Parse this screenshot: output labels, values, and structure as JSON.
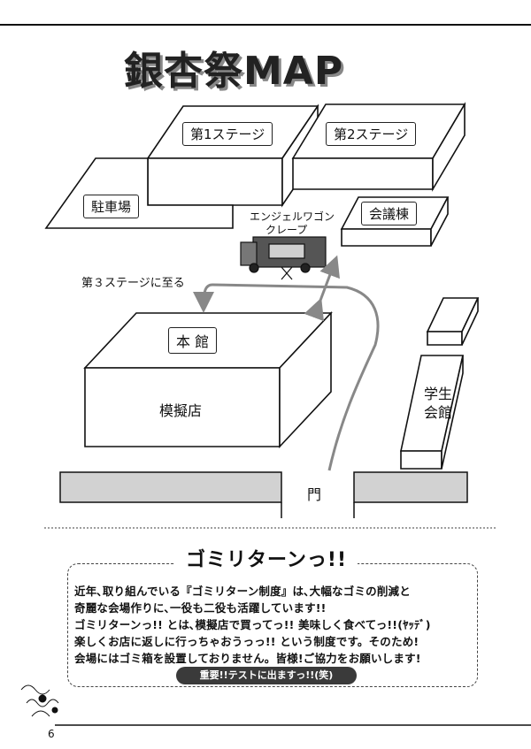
{
  "title": "銀杏祭MAP",
  "map": {
    "stage1": "第1ステージ",
    "stage2": "第2ステージ",
    "parking": "駐車場",
    "conference": "会議棟",
    "crepe_line1": "エンジェルワゴン",
    "crepe_line2": "クレープ",
    "to_stage3": "第３ステージに至る",
    "main_building": "本 館",
    "mock_shop": "模擬店",
    "student_hall_line1": "学生",
    "student_hall_line2": "会館",
    "gate": "門"
  },
  "info": {
    "title": "ゴミリターンっ!!",
    "lines": [
      "近年､取り組んでいる『ゴミリターン制度』は､大幅なゴミの削減と",
      "奇麗な会場作りに､一役も二役も活躍しています!!",
      "ゴミリターンっ!! とは､模擬店で買ってっ!! 美味しく食べてっ!!(ﾔｯﾃﾞ)",
      "楽しくお店に返しに行っちゃおうっっ!! という制度です。そのため!",
      "会場にはゴミ箱を設置しておりません。皆様!ご協力をお願いします!"
    ],
    "note": "重要!!テストに出ますっ!!(笑)"
  },
  "page_number": "6",
  "colors": {
    "ink": "#111111",
    "gray_fill": "#d2d2d2",
    "arrow": "#888888",
    "pill": "#3a3a3a"
  }
}
